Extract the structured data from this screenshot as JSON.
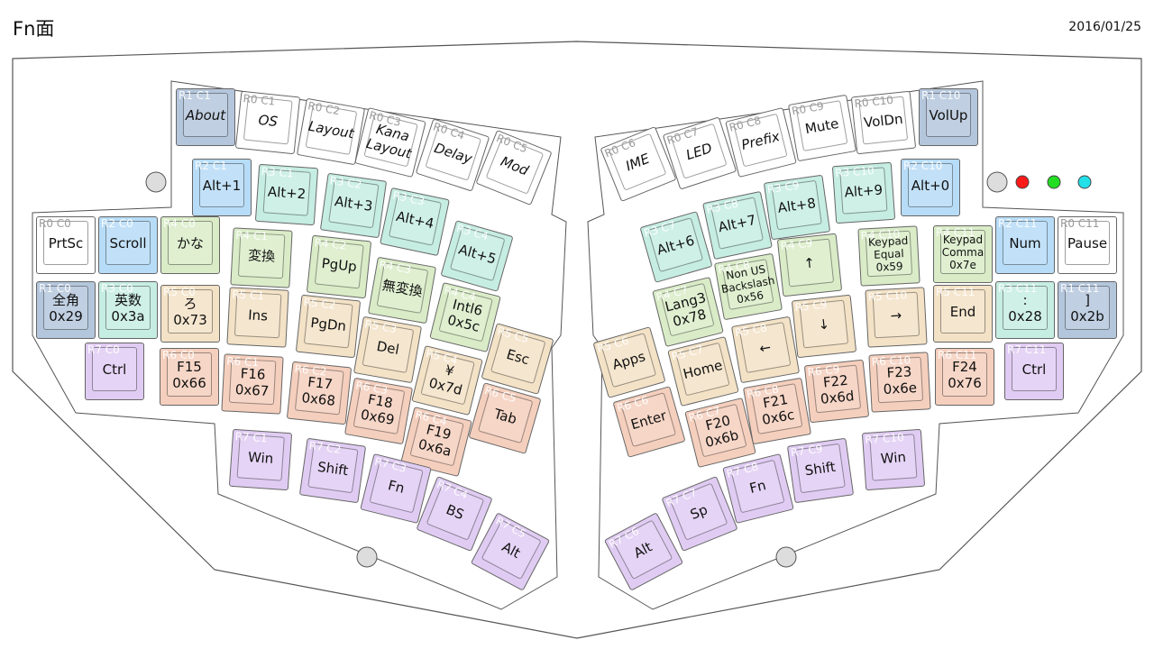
{
  "header": {
    "title": "Fn面",
    "date": "2016/01/25"
  },
  "colors": {
    "white": "#ffffff",
    "steel": "#b4c6dc",
    "blue": "#b7dcf7",
    "teal": "#c6ede2",
    "green": "#d9ecc7",
    "tan": "#f3e2c6",
    "salmon": "#f5cfbd",
    "lilac": "#e0ccf3",
    "led_red": "#ff1a1a",
    "led_green": "#22dd22",
    "led_cyan": "#22e0e8",
    "hole": "#dddddd",
    "case_outline": "#555555"
  },
  "keys": [
    {
      "pos": "R1 C1",
      "label": "About",
      "color": "steel",
      "italic": true
    },
    {
      "pos": "R0 C1",
      "label": "OS",
      "color": "white",
      "italic": true
    },
    {
      "pos": "R0 C2",
      "label": "Layout",
      "color": "white",
      "italic": true
    },
    {
      "pos": "R0 C3",
      "label": "Kana\nLayout",
      "color": "white",
      "italic": true
    },
    {
      "pos": "R0 C4",
      "label": "Delay",
      "color": "white",
      "italic": true
    },
    {
      "pos": "R0 C5",
      "label": "Mod",
      "color": "white",
      "italic": true
    },
    {
      "pos": "R2 C1",
      "label": "Alt+1",
      "color": "blue"
    },
    {
      "pos": "R3 C1",
      "label": "Alt+2",
      "color": "teal"
    },
    {
      "pos": "R3 C2",
      "label": "Alt+3",
      "color": "teal"
    },
    {
      "pos": "R3 C3",
      "label": "Alt+4",
      "color": "teal"
    },
    {
      "pos": "R3 C4",
      "label": "Alt+5",
      "color": "teal"
    },
    {
      "pos": "R0 C0",
      "label": "PrtSc",
      "color": "white"
    },
    {
      "pos": "R2 C0",
      "label": "Scroll",
      "color": "blue"
    },
    {
      "pos": "R4 C0",
      "label": "かな",
      "color": "green"
    },
    {
      "pos": "R4 C1",
      "label": "変換",
      "color": "green"
    },
    {
      "pos": "R4 C2",
      "label": "PgUp",
      "color": "green"
    },
    {
      "pos": "R4 C3",
      "label": "無変換",
      "color": "green"
    },
    {
      "pos": "R4 C4",
      "label": "Intl6\n0x5c",
      "color": "green"
    },
    {
      "pos": "R1 C0",
      "label": "全角\n0x29",
      "color": "steel"
    },
    {
      "pos": "R3 C0",
      "label": "英数\n0x3a",
      "color": "teal"
    },
    {
      "pos": "R5 C0",
      "label": "ろ\n0x73",
      "color": "tan"
    },
    {
      "pos": "R5 C1",
      "label": "Ins",
      "color": "tan"
    },
    {
      "pos": "R5 C2",
      "label": "PgDn",
      "color": "tan"
    },
    {
      "pos": "R5 C3",
      "label": "Del",
      "color": "tan"
    },
    {
      "pos": "R5 C4",
      "label": "¥\n0x7d",
      "color": "tan"
    },
    {
      "pos": "R5 C5",
      "label": "Esc",
      "color": "tan"
    },
    {
      "pos": "R7 C0",
      "label": "Ctrl",
      "color": "lilac"
    },
    {
      "pos": "R6 C0",
      "label": "F15\n0x66",
      "color": "salmon"
    },
    {
      "pos": "R6 C1",
      "label": "F16\n0x67",
      "color": "salmon"
    },
    {
      "pos": "R6 C2",
      "label": "F17\n0x68",
      "color": "salmon"
    },
    {
      "pos": "R6 C3",
      "label": "F18\n0x69",
      "color": "salmon"
    },
    {
      "pos": "R6 C4",
      "label": "F19\n0x6a",
      "color": "salmon"
    },
    {
      "pos": "R6 C5",
      "label": "Tab",
      "color": "salmon"
    },
    {
      "pos": "R7 C1",
      "label": "Win",
      "color": "lilac"
    },
    {
      "pos": "R7 C2",
      "label": "Shift",
      "color": "lilac"
    },
    {
      "pos": "R7 C3",
      "label": "Fn",
      "color": "lilac"
    },
    {
      "pos": "R7 C4",
      "label": "BS",
      "color": "lilac"
    },
    {
      "pos": "R7 C5",
      "label": "Alt",
      "color": "lilac"
    },
    {
      "pos": "R0 C6",
      "label": "IME",
      "color": "white",
      "italic": true
    },
    {
      "pos": "R0 C7",
      "label": "LED",
      "color": "white",
      "italic": true
    },
    {
      "pos": "R0 C8",
      "label": "Prefix",
      "color": "white",
      "italic": true
    },
    {
      "pos": "R0 C9",
      "label": "Mute",
      "color": "white"
    },
    {
      "pos": "R0 C10",
      "label": "VolDn",
      "color": "white"
    },
    {
      "pos": "R1 C10",
      "label": "VolUp",
      "color": "steel"
    },
    {
      "pos": "R3 C7",
      "label": "Alt+6",
      "color": "teal"
    },
    {
      "pos": "R3 C8",
      "label": "Alt+7",
      "color": "teal"
    },
    {
      "pos": "R3 C9",
      "label": "Alt+8",
      "color": "teal"
    },
    {
      "pos": "R3 C10",
      "label": "Alt+9",
      "color": "teal"
    },
    {
      "pos": "R2 C10",
      "label": "Alt+0",
      "color": "blue"
    },
    {
      "pos": "R4 C7",
      "label": "Lang3\n0x78",
      "color": "green"
    },
    {
      "pos": "R4 C8",
      "label": "Non US\nBackslash\n0x56",
      "color": "green",
      "small": true
    },
    {
      "pos": "R4 C9",
      "label": "↑",
      "color": "green"
    },
    {
      "pos": "R4 C10",
      "label": "Keypad\nEqual\n0x59",
      "color": "green",
      "small": true
    },
    {
      "pos": "R4 C11",
      "label": "Keypad\nComma\n0x7e",
      "color": "green",
      "small": true
    },
    {
      "pos": "R2 C11",
      "label": "Num",
      "color": "blue"
    },
    {
      "pos": "R0 C11",
      "label": "Pause",
      "color": "white"
    },
    {
      "pos": "R5 C6",
      "label": "Apps",
      "color": "tan"
    },
    {
      "pos": "R5 C7",
      "label": "Home",
      "color": "tan"
    },
    {
      "pos": "R5 C8",
      "label": "←",
      "color": "tan"
    },
    {
      "pos": "R5 C9",
      "label": "↓",
      "color": "tan"
    },
    {
      "pos": "R5 C10",
      "label": "→",
      "color": "tan"
    },
    {
      "pos": "R5 C11",
      "label": "End",
      "color": "tan"
    },
    {
      "pos": "R3 C11",
      "label": ":\n0x28",
      "color": "teal"
    },
    {
      "pos": "R1 C11",
      "label": "]\n0x2b",
      "color": "steel"
    },
    {
      "pos": "R6 C6",
      "label": "Enter",
      "color": "salmon"
    },
    {
      "pos": "R6 C7",
      "label": "F20\n0x6b",
      "color": "salmon"
    },
    {
      "pos": "R6 C8",
      "label": "F21\n0x6c",
      "color": "salmon"
    },
    {
      "pos": "R6 C9",
      "label": "F22\n0x6d",
      "color": "salmon"
    },
    {
      "pos": "R6 C10",
      "label": "F23\n0x6e",
      "color": "salmon"
    },
    {
      "pos": "R6 C11",
      "label": "F24\n0x76",
      "color": "salmon"
    },
    {
      "pos": "R7 C11",
      "label": "Ctrl",
      "color": "lilac"
    },
    {
      "pos": "R7 C10",
      "label": "Win",
      "color": "lilac"
    },
    {
      "pos": "R7 C9",
      "label": "Shift",
      "color": "lilac"
    },
    {
      "pos": "R7 C8",
      "label": "Fn",
      "color": "lilac"
    },
    {
      "pos": "R7 C7",
      "label": "Sp",
      "color": "lilac"
    },
    {
      "pos": "R7 C6",
      "label": "Alt",
      "color": "lilac"
    }
  ]
}
